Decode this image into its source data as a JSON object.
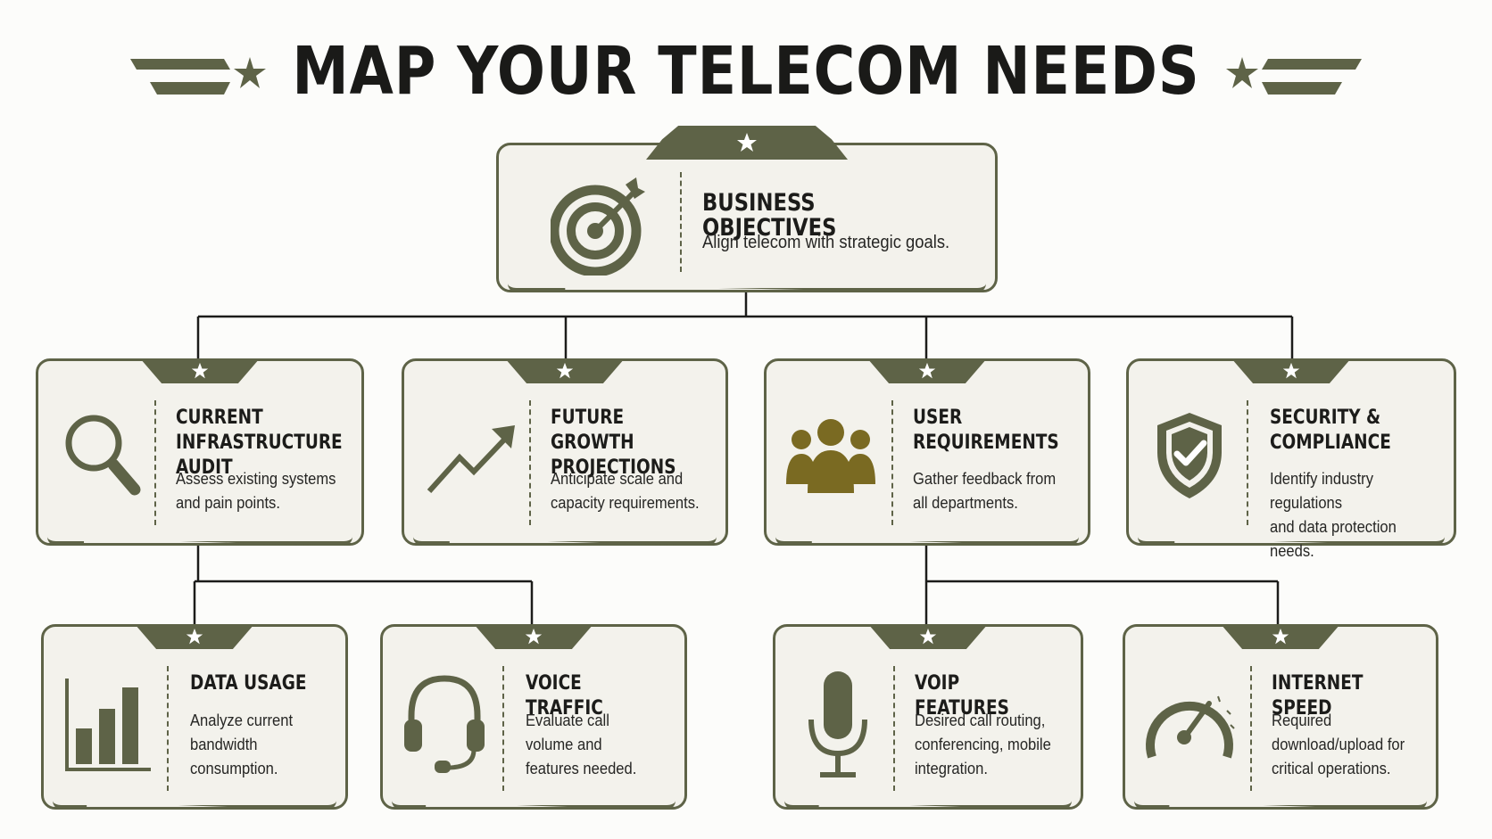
{
  "title": "MAP YOUR TELECOM NEEDS",
  "colors": {
    "olive": "#5e6347",
    "card_bg": "#f3f2ec",
    "people_gold": "#7a6a22"
  },
  "root": {
    "title": "BUSINESS OBJECTIVES",
    "description": "Align telecom with strategic goals.",
    "icon": "target-icon"
  },
  "level1": [
    {
      "title": "CURRENT\nINFRASTRUCTURE AUDIT",
      "description": "Assess existing systems\nand pain points.",
      "icon": "magnifier-icon"
    },
    {
      "title": "FUTURE GROWTH\nPROJECTIONS",
      "description": "Anticipate scale and\ncapacity requirements.",
      "icon": "trend-arrow-icon"
    },
    {
      "title": "USER\nREQUIREMENTS",
      "description": "Gather feedback from\nall departments.",
      "icon": "people-icon"
    },
    {
      "title": "SECURITY &\nCOMPLIANCE",
      "description": "Identify industry regulations\nand data protection needs.",
      "icon": "shield-check-icon"
    }
  ],
  "level2": [
    {
      "title": "DATA USAGE",
      "description": "Analyze current\nbandwidth\nconsumption.",
      "icon": "bar-chart-icon"
    },
    {
      "title": "VOICE TRAFFIC",
      "description": "Evaluate call\nvolume and\nfeatures needed.",
      "icon": "headset-icon"
    },
    {
      "title": "VOIP FEATURES",
      "description": "Desired call routing,\nconferencing, mobile\nintegration.",
      "icon": "microphone-icon"
    },
    {
      "title": "INTERNET SPEED",
      "description": "Required\ndownload/upload for\ncritical operations.",
      "icon": "speedometer-icon"
    }
  ]
}
